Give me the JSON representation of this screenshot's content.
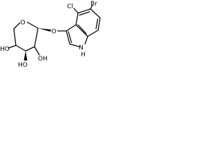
{
  "molecule": {
    "atoms": {
      "ring_oxygen": "O",
      "glycosidic_oxygen": "O",
      "bromo": "Br",
      "chloro": "Cl",
      "indole_n": "N",
      "indole_h": "H",
      "hydroxyl_1": "HO",
      "hydroxyl_2": "HO",
      "hydroxyl_3": "OH"
    },
    "colors": {
      "ink": "#000000",
      "background": "#ffffff"
    }
  }
}
